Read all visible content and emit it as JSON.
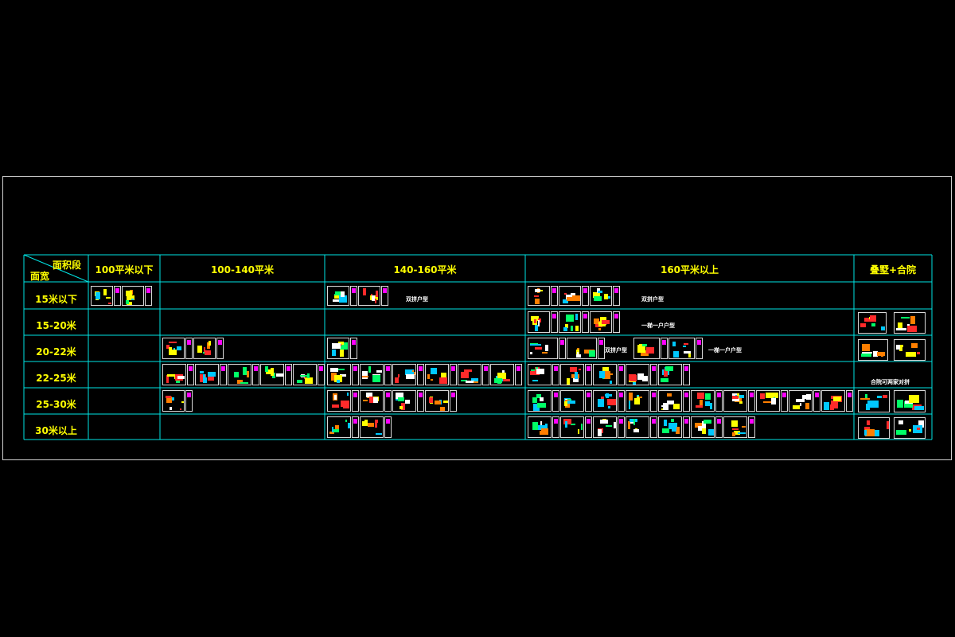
{
  "table": {
    "corner_top": "面积段",
    "corner_bottom": "面宽",
    "columns": [
      "100平米以下",
      "100-140平米",
      "140-160平米",
      "160平米以上",
      "叠墅+合院"
    ],
    "rows": [
      "15米以下",
      "15-20米",
      "20-22米",
      "22-25米",
      "25-30米",
      "30米以上"
    ],
    "notes": {
      "r0_c2": "双拼户型",
      "r0_c3": "双拼户型",
      "r1_c3": "一梯一户户型",
      "r2_c3a": "双拼户型",
      "r2_c3b": "一梯一户户型",
      "r3_c4": "合院可两家对拼"
    }
  },
  "colors": {
    "background": "#000000",
    "grid": "#00e5e5",
    "header_text": "#ffff00",
    "thumb_border": "#d9d9d9",
    "thumb_accent": "#ff00ff"
  }
}
